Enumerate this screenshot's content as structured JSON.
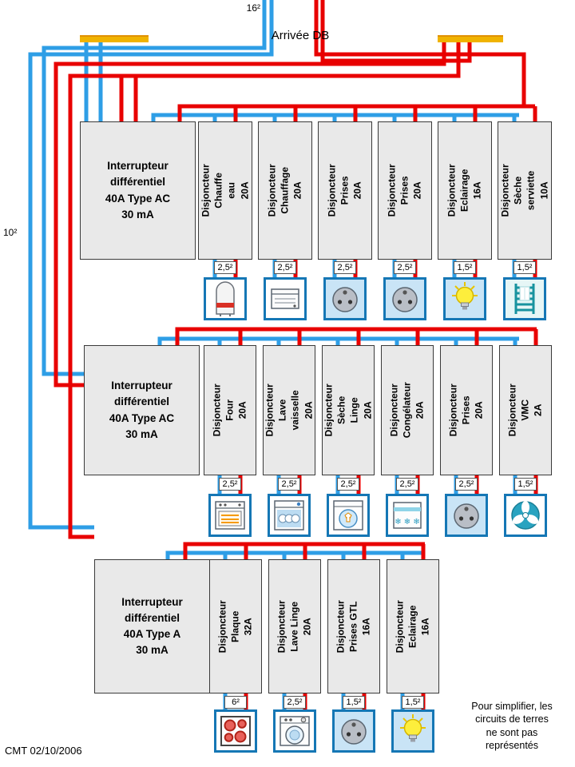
{
  "header": {
    "title": "Arrivée DB",
    "incoming_wire_label": "16²",
    "feeder_wire_label": "10²"
  },
  "rows": [
    {
      "differential": "Interrupteur\ndifférentiel\n40A Type AC\n30 mA",
      "breakers": [
        {
          "label": "Disjoncteur\nChauffe eau\n20A",
          "wire_size": "2,5²",
          "icon": "water-heater"
        },
        {
          "label": "Disjoncteur\nChauffage\n20A",
          "wire_size": "2,5²",
          "icon": "heater"
        },
        {
          "label": "Disjoncteur\nPrises\n20A",
          "wire_size": "2,5²",
          "icon": "socket"
        },
        {
          "label": "Disjoncteur\nPrises\n20A",
          "wire_size": "2,5²",
          "icon": "socket"
        },
        {
          "label": "Disjoncteur\nEclairage\n16A",
          "wire_size": "1,5²",
          "icon": "light-bulb"
        },
        {
          "label": "Disjoncteur\nSèche serviette\n10A",
          "wire_size": "1,5²",
          "icon": "towel-dryer"
        }
      ]
    },
    {
      "differential": "Interrupteur\ndifférentiel\n40A Type AC\n30 mA",
      "breakers": [
        {
          "label": "Disjoncteur\nFour\n20A",
          "wire_size": "2,5²",
          "icon": "oven"
        },
        {
          "label": "Disjoncteur\nLave vaisselle\n20A",
          "wire_size": "2,5²",
          "icon": "dishwasher"
        },
        {
          "label": "Disjoncteur\nSèche Linge\n20A",
          "wire_size": "2,5²",
          "icon": "tumble-dryer"
        },
        {
          "label": "Disjoncteur\nCongélateur\n20A",
          "wire_size": "2,5²",
          "icon": "freezer"
        },
        {
          "label": "Disjoncteur\nPrises\n20A",
          "wire_size": "2,5²",
          "icon": "socket"
        },
        {
          "label": "Disjoncteur\nVMC\n2A",
          "wire_size": "1,5²",
          "icon": "fan"
        }
      ]
    },
    {
      "differential": "Interrupteur\ndifférentiel\n40A Type A\n30 mA",
      "breakers": [
        {
          "label": "Disjoncteur\nPlaque\n32A",
          "wire_size": "6²",
          "icon": "cooktop"
        },
        {
          "label": "Disjoncteur\nLave Linge\n20A",
          "wire_size": "2,5²",
          "icon": "washing-machine"
        },
        {
          "label": "Disjoncteur\nPrises GTL\n16A",
          "wire_size": "1,5²",
          "icon": "socket"
        },
        {
          "label": "Disjoncteur\nEclairage\n16A",
          "wire_size": "1,5²",
          "icon": "light-bulb"
        }
      ]
    }
  ],
  "footer": {
    "credit": "CMT 02/10/2006",
    "note": "Pour simplifier, les\ncircuits de terres\nne sont pas\nreprésentés"
  },
  "colors": {
    "phase": "#e80000",
    "neutral": "#2e9ee6",
    "busbar": "#f0b300",
    "module_fill": "#e9e9e9",
    "icon_border": "#1577b5"
  }
}
